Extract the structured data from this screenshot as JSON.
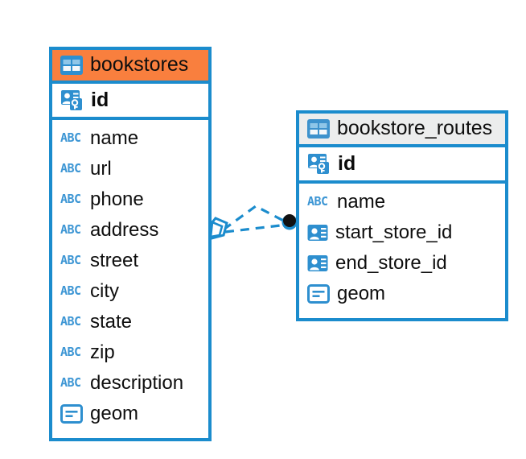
{
  "diagram": {
    "kind": "entity-relationship-diagram",
    "background_color": "#ffffff",
    "accent_color": "#1b8ccd",
    "header_orange": "#f97f3e",
    "header_grey": "#eceded",
    "icon_blue": "#2e8fcf",
    "relationship": {
      "style": "dashed",
      "color": "#1b8ccd",
      "left_endpoint": "polygon-marker",
      "right_endpoint": "filled-circle-marker",
      "line_count": 2
    }
  },
  "entities": [
    {
      "name": "bookstores",
      "header_icon": "table-icon",
      "header_style": "orange",
      "primary_key": {
        "label": "id",
        "icon": "primary-key-icon"
      },
      "fields": [
        {
          "label": "name",
          "icon": "abc-icon",
          "type": "text"
        },
        {
          "label": "url",
          "icon": "abc-icon",
          "type": "text"
        },
        {
          "label": "phone",
          "icon": "abc-icon",
          "type": "text"
        },
        {
          "label": "address",
          "icon": "abc-icon",
          "type": "text"
        },
        {
          "label": "street",
          "icon": "abc-icon",
          "type": "text"
        },
        {
          "label": "city",
          "icon": "abc-icon",
          "type": "text"
        },
        {
          "label": "state",
          "icon": "abc-icon",
          "type": "text"
        },
        {
          "label": "zip",
          "icon": "abc-icon",
          "type": "text"
        },
        {
          "label": "description",
          "icon": "abc-icon",
          "type": "text"
        },
        {
          "label": "geom",
          "icon": "geometry-icon",
          "type": "geometry"
        }
      ]
    },
    {
      "name": "bookstore_routes",
      "header_icon": "table-icon",
      "header_style": "grey",
      "primary_key": {
        "label": "id",
        "icon": "primary-key-icon"
      },
      "fields": [
        {
          "label": "name",
          "icon": "abc-icon",
          "type": "text"
        },
        {
          "label": "start_store_id",
          "icon": "foreign-key-icon",
          "type": "reference"
        },
        {
          "label": "end_store_id",
          "icon": "foreign-key-icon",
          "type": "reference"
        },
        {
          "label": "geom",
          "icon": "geometry-icon",
          "type": "geometry"
        }
      ]
    }
  ],
  "icon_labels": {
    "abc": "ABC"
  }
}
